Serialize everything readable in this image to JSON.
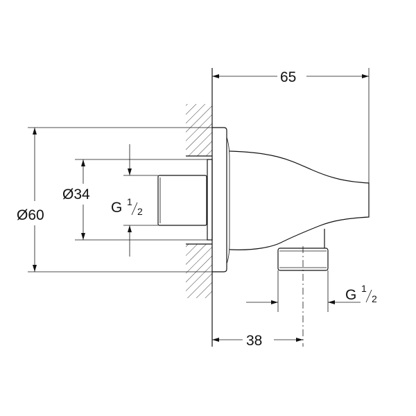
{
  "title": "Wall outlet elbow dimension drawing",
  "dimensions": {
    "overall_depth": "65",
    "outlet_offset": "38",
    "flange_diameter": "Ø60",
    "inner_diameter": "Ø34",
    "inlet_thread": {
      "main": "G",
      "num": "1",
      "den": "2"
    },
    "outlet_thread": {
      "main": "G",
      "num": "1",
      "den": "2"
    }
  }
}
